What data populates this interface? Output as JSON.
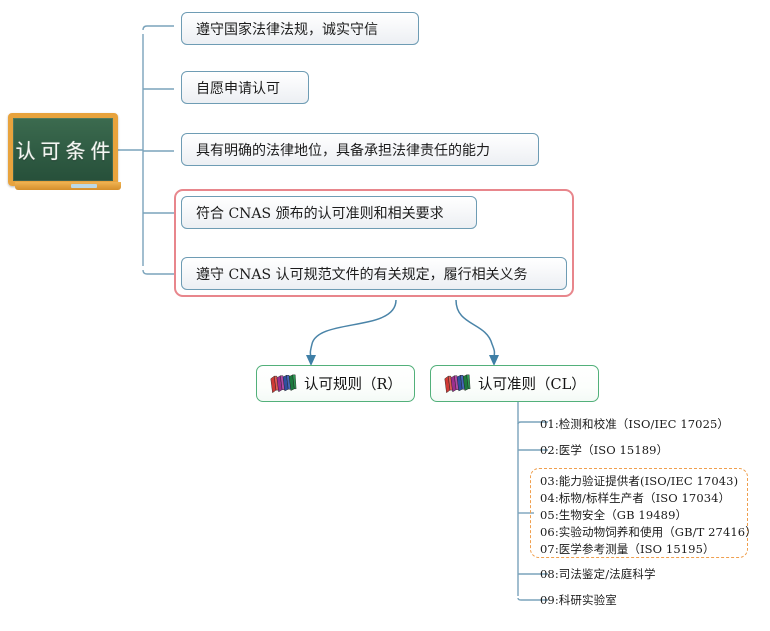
{
  "root": {
    "label": "认可条件",
    "icon": "chalkboard"
  },
  "conditions": [
    {
      "id": "cond-1",
      "text": "遵守国家法律法规，诚实守信"
    },
    {
      "id": "cond-2",
      "text": "自愿申请认可"
    },
    {
      "id": "cond-3",
      "text": "具有明确的法律地位，具备承担法律责任的能力"
    },
    {
      "id": "cond-4",
      "text": "符合 CNAS 颁布的认可准则和相关要求"
    },
    {
      "id": "cond-5",
      "text": "遵守 CNAS 认可规范文件的有关规定，履行相关义务"
    }
  ],
  "documents": [
    {
      "id": "doc-rules",
      "label": "认可规则（R）",
      "icon": "books-icon"
    },
    {
      "id": "doc-criteria",
      "label": "认可准则（CL）",
      "icon": "books-icon"
    }
  ],
  "criteria_items": [
    {
      "id": "crit-01",
      "text": "01:检测和校准（ISO/IEC 17025）"
    },
    {
      "id": "crit-02",
      "text": "02:医学（ISO 15189）"
    },
    {
      "id": "crit-03",
      "text": "03:能力验证提供者(ISO/IEC 17043)"
    },
    {
      "id": "crit-04",
      "text": "04:标物/标样生产者（ISO 17034）"
    },
    {
      "id": "crit-05",
      "text": "05:生物安全（GB 19489）"
    },
    {
      "id": "crit-06",
      "text": "06:实验动物饲养和使用（GB/T 27416）"
    },
    {
      "id": "crit-07",
      "text": "07:医学参考测量（ISO 15195）"
    },
    {
      "id": "crit-08",
      "text": "08:司法鉴定/法庭科学"
    },
    {
      "id": "crit-09",
      "text": "09:科研实验室"
    }
  ],
  "colors": {
    "condition_border": "#6e9cb4",
    "group_frame_border": "#e8868c",
    "document_border": "#52b07a",
    "dashed_frame_border": "#ef9f4e",
    "connector": "#7aa3bb",
    "arrow": "#3f7fa6",
    "board_frame": "#e8a33d",
    "board_surface": "#2f5b43",
    "chalk_text": "#f4f6f2"
  }
}
